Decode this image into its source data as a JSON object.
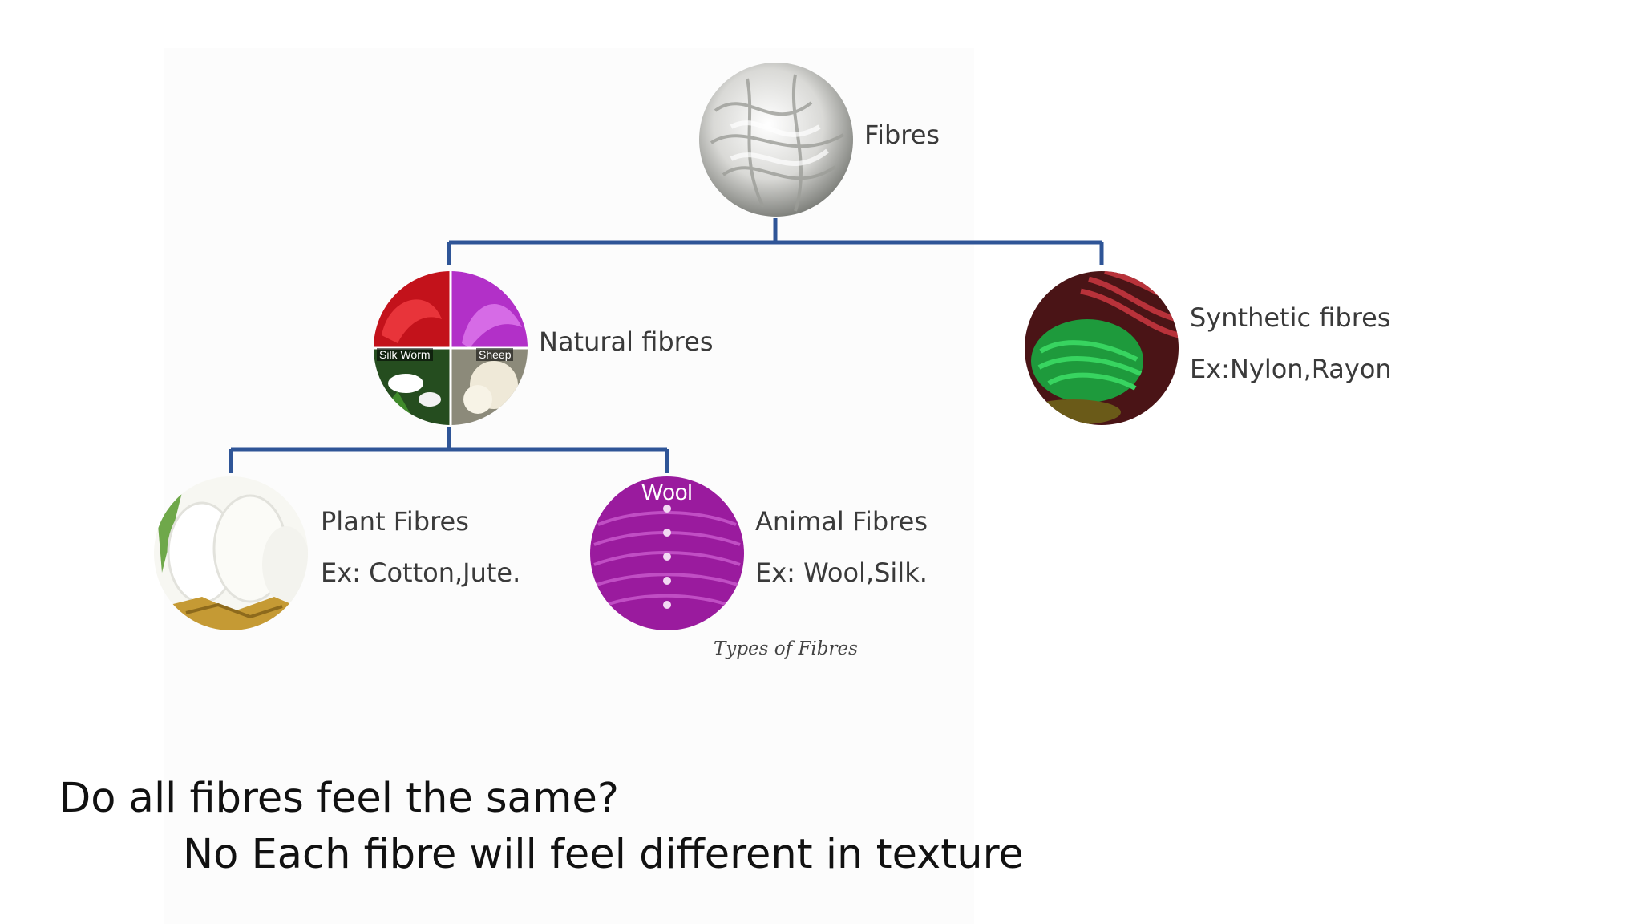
{
  "diagram": {
    "root": {
      "label": "Fibres"
    },
    "natural": {
      "label": "Natural fibres",
      "tags": {
        "silkworm": "Silk Worm",
        "sheep": "Sheep"
      }
    },
    "synthetic": {
      "label": "Synthetic fibres",
      "example": "Ex:Nylon,Rayon"
    },
    "plant": {
      "label": "Plant Fibres",
      "example": "Ex: Cotton,Jute."
    },
    "animal": {
      "label": "Animal Fibres",
      "example": "Ex: Wool,Silk.",
      "tag": "Wool"
    },
    "caption": "Types of Fibres",
    "connector_color": "#2f5597"
  },
  "text": {
    "question": "Do all fibres feel the same?",
    "answer": "No Each fibre will feel different in texture"
  }
}
